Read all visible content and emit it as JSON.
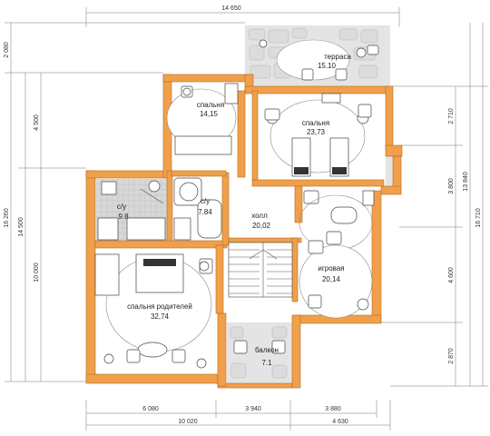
{
  "dimensions": {
    "top_total": "14 650",
    "bottom_left_1": "6 080",
    "bottom_mid_1": "3 940",
    "bottom_right_1": "3 880",
    "bottom_left_2": "10 020",
    "bottom_right_2": "4 630",
    "left_top": "2 080",
    "left_a": "4 500",
    "left_b": "10 000",
    "left_total_1": "14 500",
    "left_total_2": "16 260",
    "right_a": "2 710",
    "right_b": "3 800",
    "right_c": "4 600",
    "right_d": "2 870",
    "right_total_1": "13 840",
    "right_total_2": "16 710"
  },
  "rooms": {
    "terrace": {
      "name": "терраса",
      "area": "15.10"
    },
    "bedroom1": {
      "name": "спальня",
      "area": "14,15"
    },
    "bedroom2": {
      "name": "спальня",
      "area": "23,73"
    },
    "bath1": {
      "name": "с/у",
      "area": "9.8"
    },
    "bath2": {
      "name": "с/у",
      "area": "7.84"
    },
    "hall": {
      "name": "холл",
      "area": "20,02"
    },
    "playroom": {
      "name": "игровая",
      "area": "20,14"
    },
    "parents_bedroom": {
      "name": "спальня родителей",
      "area": "32,74"
    },
    "balcony": {
      "name": "балкон",
      "area": "7.1"
    }
  }
}
